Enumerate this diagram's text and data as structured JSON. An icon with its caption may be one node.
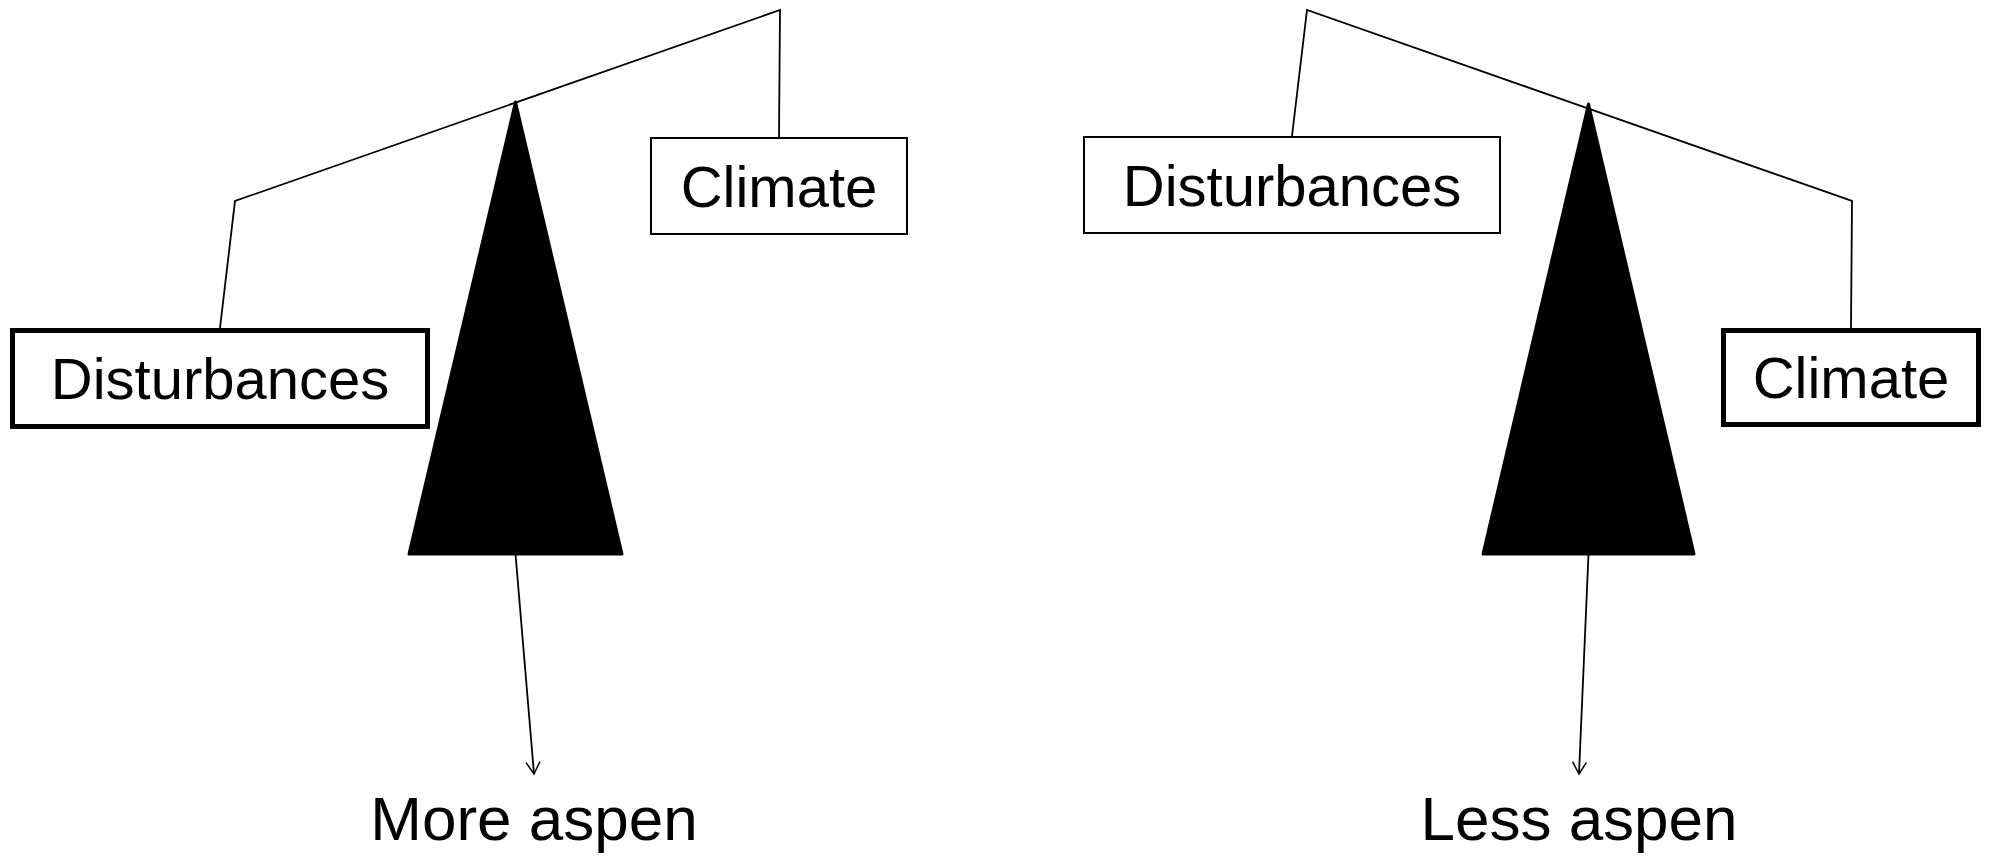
{
  "diagram": {
    "nodes": [
      {
        "text": [
          "Disturbances"
        ]
      },
      {
        "text": [
          "Climate"
        ]
      },
      {
        "text": [],
        "shape": "triangle"
      },
      {
        "text": [
          "More aspen"
        ]
      },
      {
        "text": [
          "Disturbances"
        ]
      },
      {
        "text": [],
        "shape": "triangle"
      },
      {
        "text": [
          "Climate"
        ]
      },
      {
        "text": [
          "Less aspen"
        ]
      }
    ],
    "edges": [
      {
        "from": 0,
        "to": 1,
        "arrow": "none"
      },
      {
        "from": 2,
        "to": 3,
        "arrow": "to"
      },
      {
        "from": 4,
        "to": 6,
        "arrow": "none"
      },
      {
        "from": 5,
        "to": 7,
        "arrow": "to"
      }
    ]
  }
}
